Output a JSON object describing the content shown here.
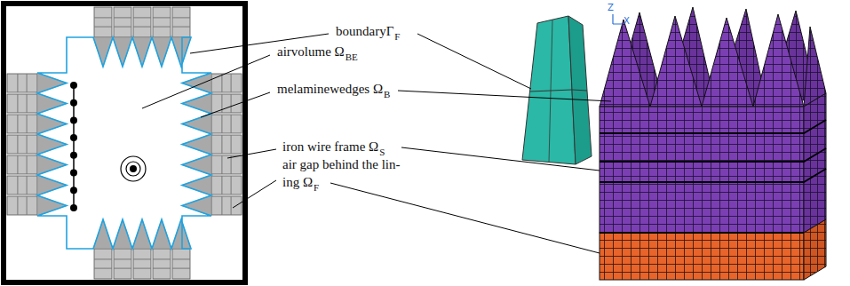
{
  "diagram": {
    "labels": [
      "boundaryΓ",
      "F",
      "airvolume Ω",
      "BE",
      "melaminewedges Ω",
      "B",
      "iron wire frame Ω",
      "S",
      "air gap behind the lin-",
      "ing Ω",
      "F",
      "Z",
      "X"
    ]
  }
}
